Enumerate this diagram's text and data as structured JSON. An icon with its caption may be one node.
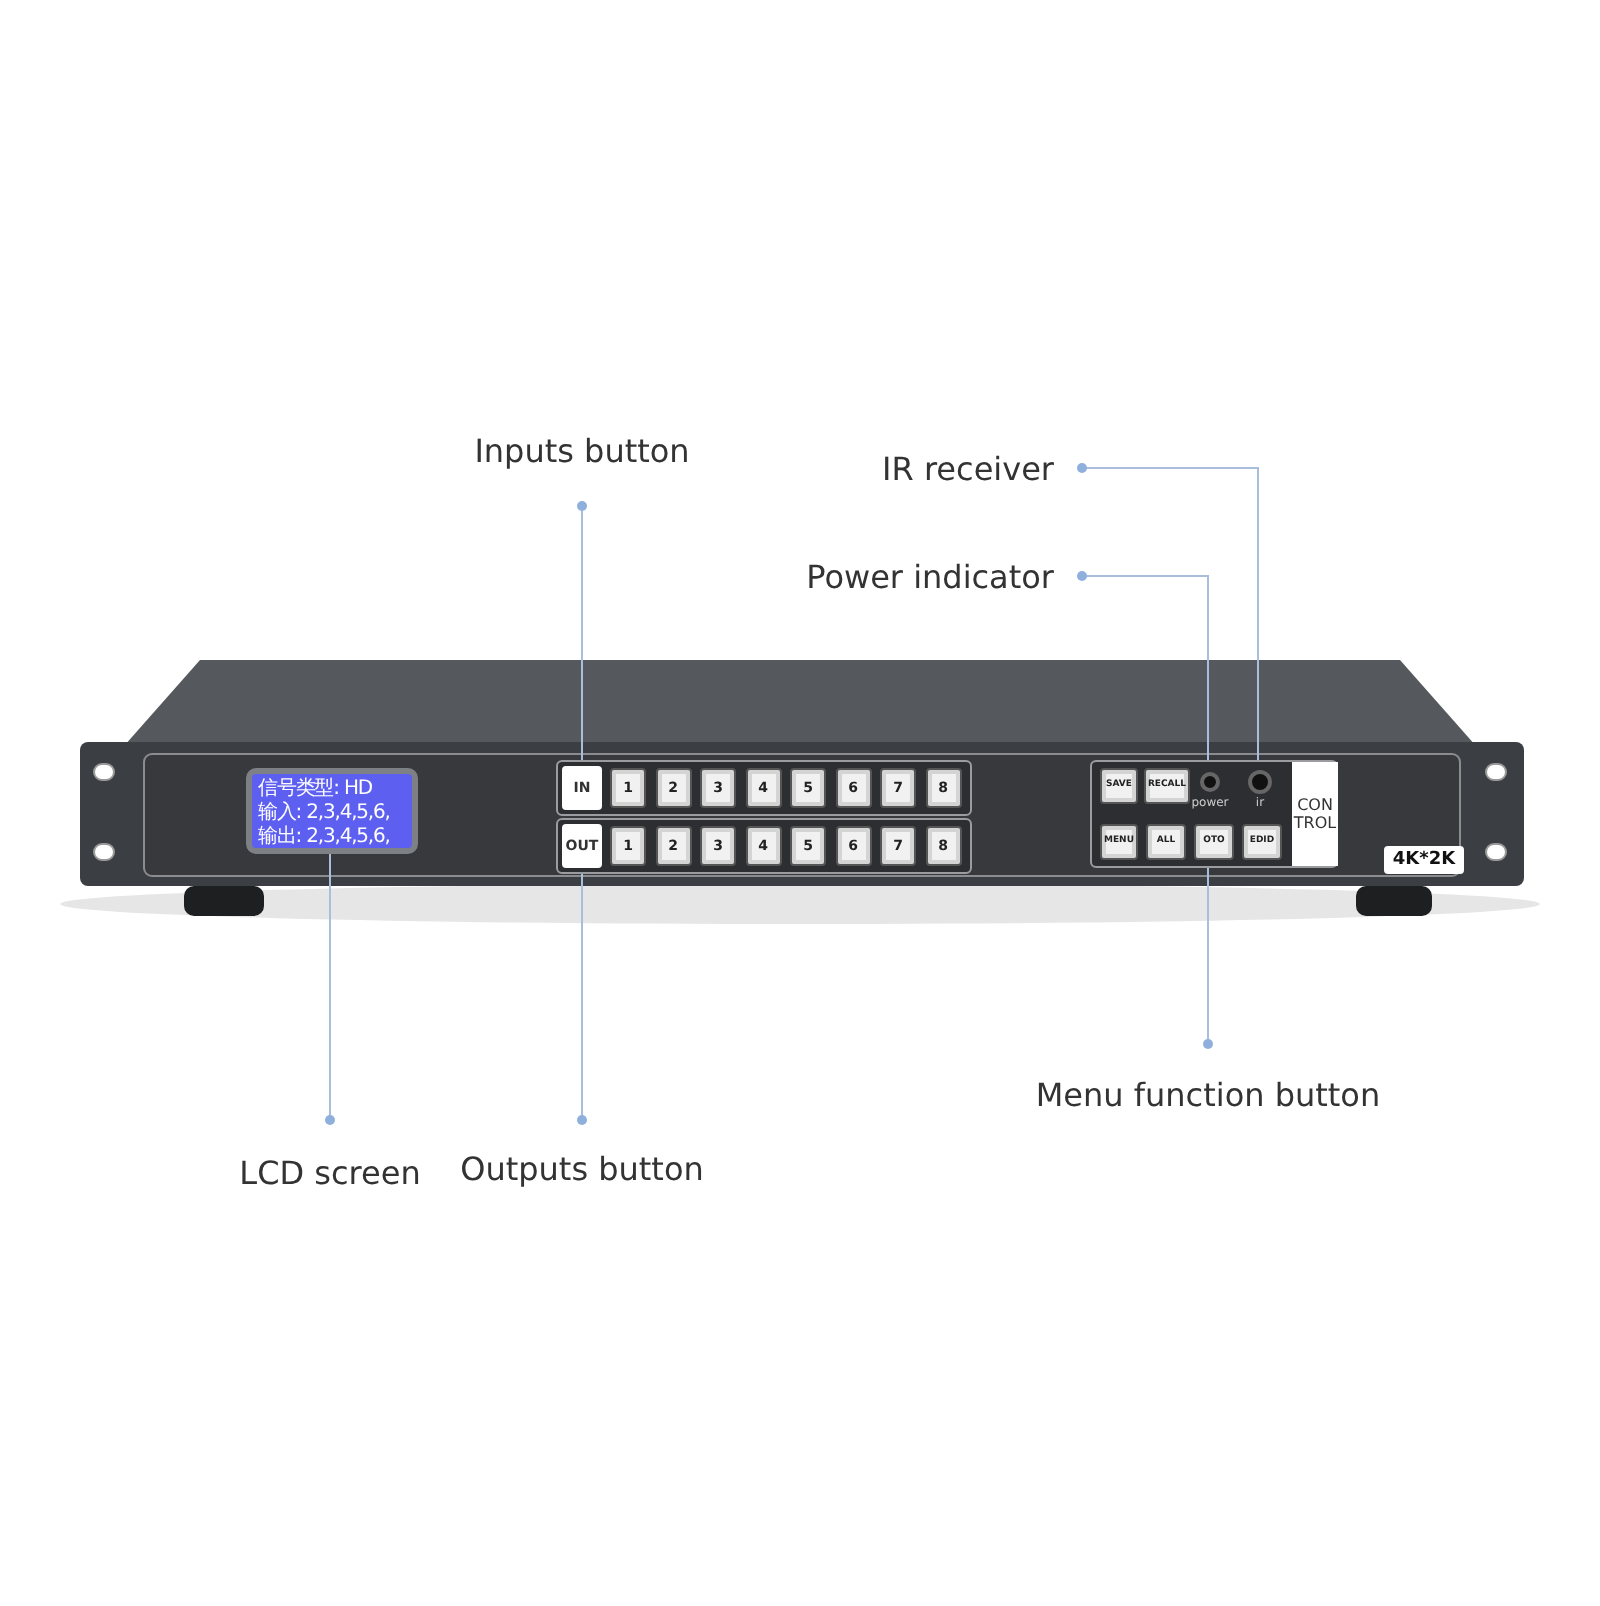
{
  "diagram": {
    "nodes": [
      {
        "text": [
          "Inputs button"
        ]
      },
      {
        "text": [
          "IR receiver"
        ]
      },
      {
        "text": [
          "Power indicator"
        ]
      },
      {
        "text": [],
        "shape": "box"
      },
      {
        "text": [],
        "shape": "box"
      },
      {
        "text": [],
        "shape": "box"
      },
      {
        "text": [],
        "shape": "box"
      },
      {
        "text": [],
        "shape": "circle",
        "in": 6
      },
      {
        "text": [],
        "shape": "circle",
        "in": 6
      },
      {
        "text": [
          "Menu function button"
        ]
      },
      {
        "text": [
          "LCD screen"
        ]
      },
      {
        "text": [
          "Outputs button"
        ]
      }
    ],
    "edges": [
      {
        "from": 0,
        "to": 4,
        "arrow": "other"
      },
      {
        "from": 1,
        "to": 8,
        "arrow": "other"
      },
      {
        "from": 2,
        "to": 7,
        "arrow": "other"
      },
      {
        "from": 9,
        "to": 6,
        "arrow": "other"
      },
      {
        "from": 10,
        "to": 3,
        "arrow": "other"
      },
      {
        "from": 11,
        "to": 5,
        "arrow": "other"
      }
    ],
    "labels": [
      "信号类型: HD",
      "输入: 2,3,4,5,6,",
      "输出: 2,3,4,5,6,",
      "IN",
      "1",
      "2",
      "3",
      "4",
      "5",
      "6",
      "7",
      "8",
      "OUT",
      "1",
      "2",
      "3",
      "4",
      "5",
      "6",
      "7",
      "8",
      "SAVE",
      "RECALL",
      "power",
      "ir",
      "MENU",
      "ALL",
      "OTO",
      "EDID",
      "CON TROL",
      "4K*2K"
    ]
  }
}
